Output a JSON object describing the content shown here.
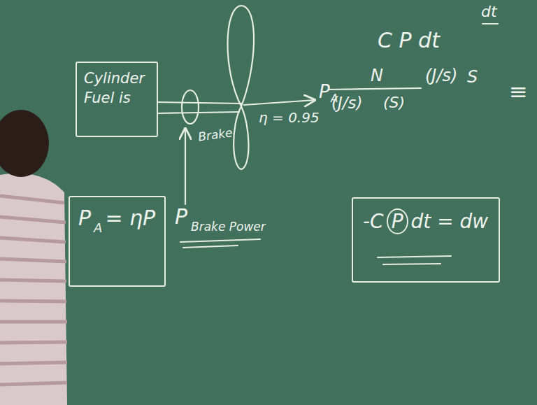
{
  "diagram": {
    "nodes": [
      {
        "text": [
          "Cylinder",
          "Fuel is"
        ]
      },
      {
        "text": [
          "P",
          "A",
          "= ηP"
        ]
      },
      {
        "text": [
          "-C",
          "P",
          "dt = dw"
        ]
      }
    ],
    "labels": [
      "Brake",
      "η = 0.95",
      "P",
      "A",
      "P",
      "Brake Power",
      "dt",
      "C P dt",
      "N",
      "(J/s)",
      "(S)",
      "(J/s)",
      "S",
      "≡"
    ]
  }
}
